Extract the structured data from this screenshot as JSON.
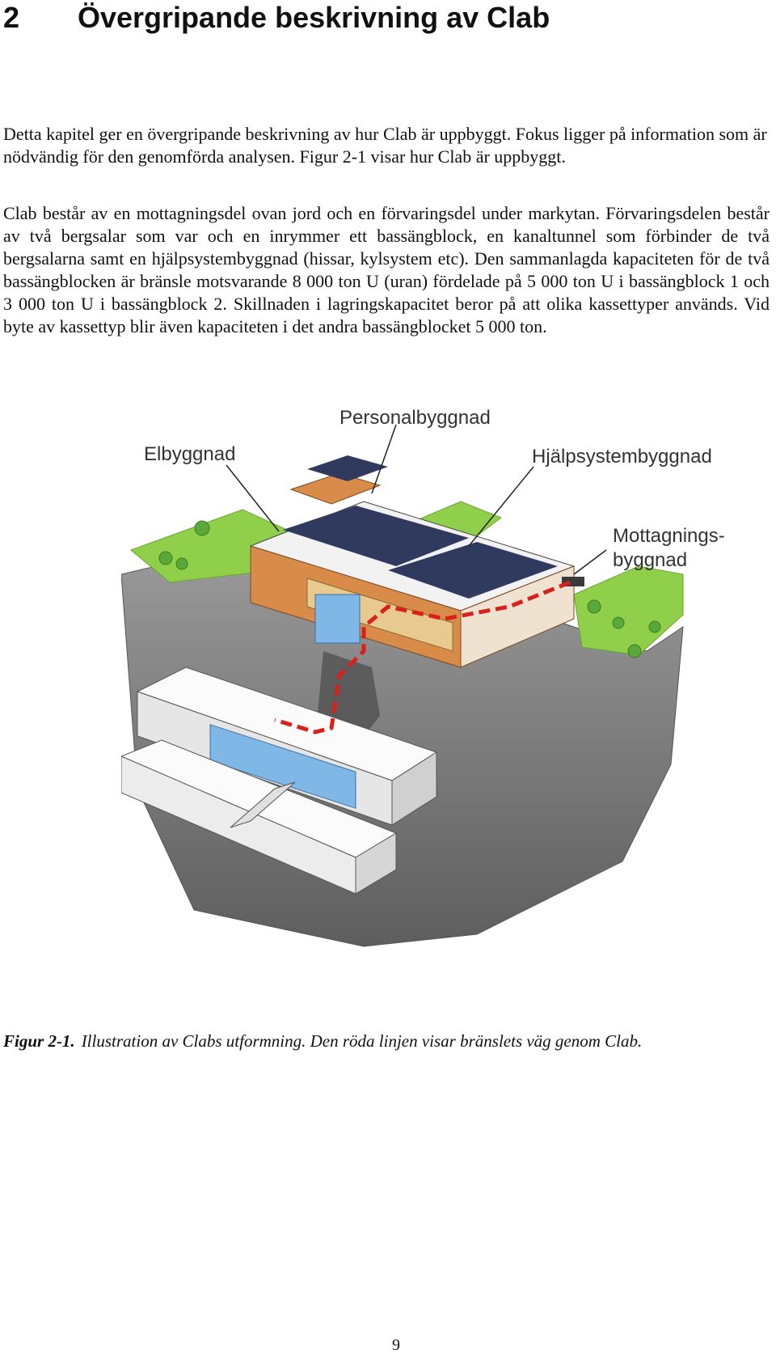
{
  "heading": {
    "number": "2",
    "title": "Övergripande beskrivning av Clab"
  },
  "paragraphs": [
    "Detta kapitel ger en övergripande beskrivning av hur Clab är uppbyggt. Fokus ligger på information som är nödvändig för den genomförda analysen. Figur 2-1 visar hur Clab är uppbyggt.",
    "Clab består av en mottagningsdel ovan jord och en förvaringsdel under markytan. Förvaringsdelen består av två bergsalar som var och en inrymmer ett bassängblock, en kanaltunnel som förbinder de två bergsalarna samt en hjälpsystembyggnad (hissar, kylsystem etc). Den sammanlagda kapaciteten för de två bassängblocken är bränsle motsvarande 8 000 ton U (uran) fördelade på 5 000 ton U i bassängblock 1 och 3 000 ton U i bassängblock 2. Skillnaden i lagringskapacitet beror på att olika kassettyper används. Vid byte av kassettyp blir även kapaciteten i det andra bassängblocket 5 000 ton."
  ],
  "figure": {
    "labels": {
      "personal": "Personalbyggnad",
      "el": "Elbyggnad",
      "hjalp": "Hjälpsystembyggnad",
      "mott1": "Mottagnings-",
      "mott2": "byggnad"
    },
    "colors": {
      "route": "#d8201c",
      "grass": "#8fcf4a",
      "rock": "#8a8a8a",
      "water": "#7fb7e6",
      "roof": "#2f3a5e",
      "brick": "#d98c4a"
    }
  },
  "caption": {
    "label": "Figur 2-1.",
    "text": "Illustration av Clabs utformning. Den röda linjen visar bränslets väg genom Clab."
  },
  "page_number": "9"
}
